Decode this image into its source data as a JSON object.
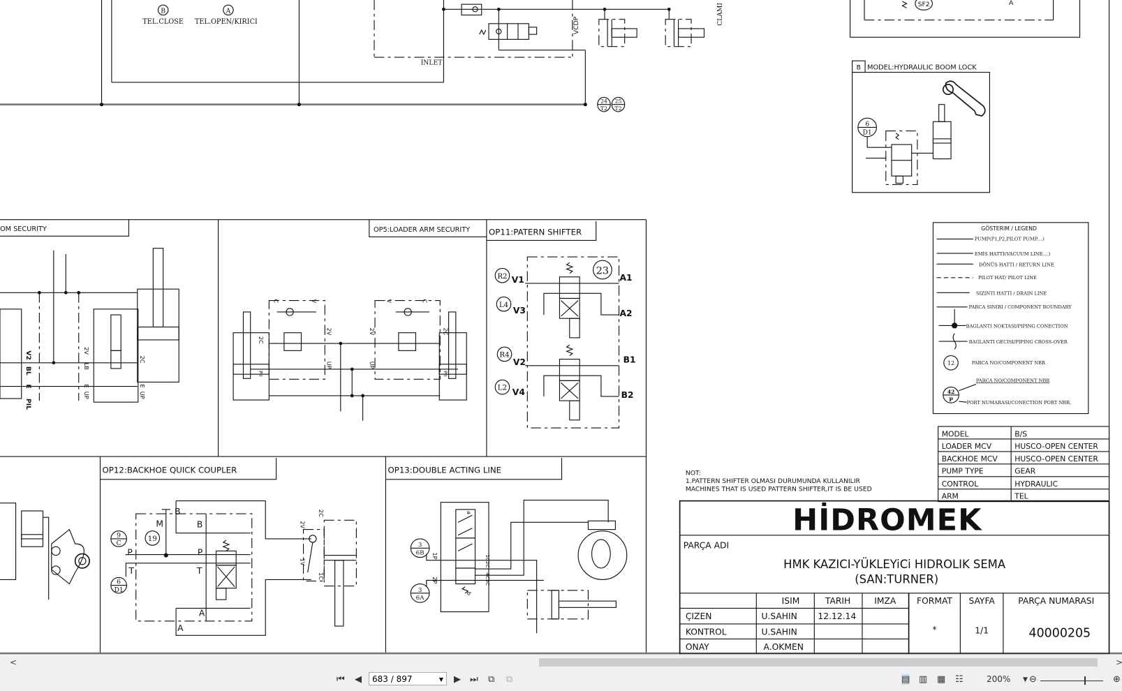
{
  "top": {
    "tel_close_port": "B",
    "tel_close_label": "TEL.CLOSE",
    "tel_open_port": "A",
    "tel_open_label": "TEL.OPEN/KIRICI",
    "inlet_label": "INLET",
    "vcdp_label": "VCDP",
    "clamp_label": "CLAMI",
    "conn1_top": "24",
    "conn1_bottom": "T2",
    "conn2_top": "25",
    "conn2_bottom": "T2",
    "sf2_label": "SF2",
    "port_a": "A"
  },
  "boom_lock": {
    "tag": "B",
    "title": "MODEL:HYDRAULIC BOOM LOCK",
    "ref_top": "6",
    "ref_bottom": "D1"
  },
  "legend": {
    "title": "GÖSTERIM / LEGEND",
    "items": [
      "PUMP(P1,P2,PILOT PUMP....)",
      "EMİS HATTI(VACUUM LINE....)",
      "DÖNÜS HATTI / RETURN LINE",
      "PILOT HAT/ PILOT LINE",
      "SIZINTI HATTI / DRAIN LINE",
      "PARCA SINIRI / COMPONENT BOUNDARY",
      "BAGLANTI NOKTASI/PIPING CONECTION",
      "BAGLANTI GECISI/PIPING CROSS-OVER",
      "PARCA NO/COMPONENT NBR",
      "PARCA NO/COMPONENT NBR",
      "PORT NUMARASI/CONECTION PORT NBR."
    ],
    "sample_nbr": "12",
    "sample_top": "42",
    "sample_bottom": "P"
  },
  "panels": {
    "boom_security": "OM SECURITY",
    "op5": "OP5:LOADER ARM SECURITY",
    "op11": "OP11:PATERN SHIFTER",
    "op12": "OP12:BACKHOE QUICK COUPLER",
    "op13": "OP13:DOUBLE ACTING LINE"
  },
  "boom_security_ports": [
    "V2",
    "BL",
    "E",
    "PIL",
    "2V",
    "LB",
    "E",
    "UP",
    "2C",
    "E",
    "UP"
  ],
  "op5_ports": [
    "C",
    "V",
    "2C",
    "2V",
    "PII",
    "UP",
    "V",
    "C",
    "2V",
    "2C",
    "UP",
    "PII"
  ],
  "op11": {
    "part": "23",
    "refs": [
      "R2",
      "L4",
      "R4",
      "L2"
    ],
    "inlets": [
      "V1",
      "V3",
      "V2",
      "V4"
    ],
    "outlets": [
      "A1",
      "A2",
      "B1",
      "B2"
    ]
  },
  "op12": {
    "ref1_top": "9",
    "ref1_bottom": "C",
    "ref2_top": "6",
    "ref2_bottom": "D1",
    "part": "19",
    "ports": [
      "B",
      "M",
      "B",
      "P",
      "P",
      "T",
      "T",
      "A",
      "A",
      "2C",
      "2V",
      "1V",
      "1C"
    ]
  },
  "op13": {
    "ref1_top": "3",
    "ref1_bottom": "6B",
    "ref2_top": "3",
    "ref2_bottom": "6A",
    "ports": [
      "1P",
      "2P",
      "a",
      "b",
      "1C2C",
      "4C3C"
    ]
  },
  "note": {
    "title": "NOT:",
    "line1": "1.PATTERN SHIFTER OLMASI DURUMUNDA KULLANILIR",
    "line2": "MACHINES THAT IS USED PATTERN SHIFTER,IT IS BE USED"
  },
  "spec_table": [
    {
      "key": "MODEL",
      "value": "B/S"
    },
    {
      "key": "LOADER  MCV",
      "value": "HUSCO-OPEN  CENTER"
    },
    {
      "key": "BACKHOE  MCV",
      "value": "HUSCO-OPEN  CENTER"
    },
    {
      "key": "PUMP  TYPE",
      "value": "GEAR"
    },
    {
      "key": "CONTROL",
      "value": "HYDRAULIC"
    },
    {
      "key": "ARM",
      "value": "TEL"
    }
  ],
  "title_block": {
    "logo": "HİDROMEK",
    "part_name_label": "PARÇA ADI",
    "title_line1": "HMK KAZICI-YÜKLEYiCi HIDROLIK SEMA",
    "title_line2": "(SAN:TURNER)",
    "headers": {
      "name": "ISIM",
      "date": "TARIH",
      "sign": "IMZA",
      "format": "FORMAT",
      "sheet": "SAYFA",
      "part_no": "PARÇA NUMARASI"
    },
    "rows": [
      {
        "role": "ÇIZEN",
        "name": "U.SAHIN",
        "date": "12.12.14"
      },
      {
        "role": "KONTROL",
        "name": "U.SAHIN",
        "date": ""
      },
      {
        "role": "ONAY",
        "name": "A.OKMEN",
        "date": ""
      }
    ],
    "format": "*",
    "sheet": "1/1",
    "part_number": "40000205"
  },
  "viewer": {
    "page_indicator": "683 / 897",
    "zoom": "200%"
  }
}
